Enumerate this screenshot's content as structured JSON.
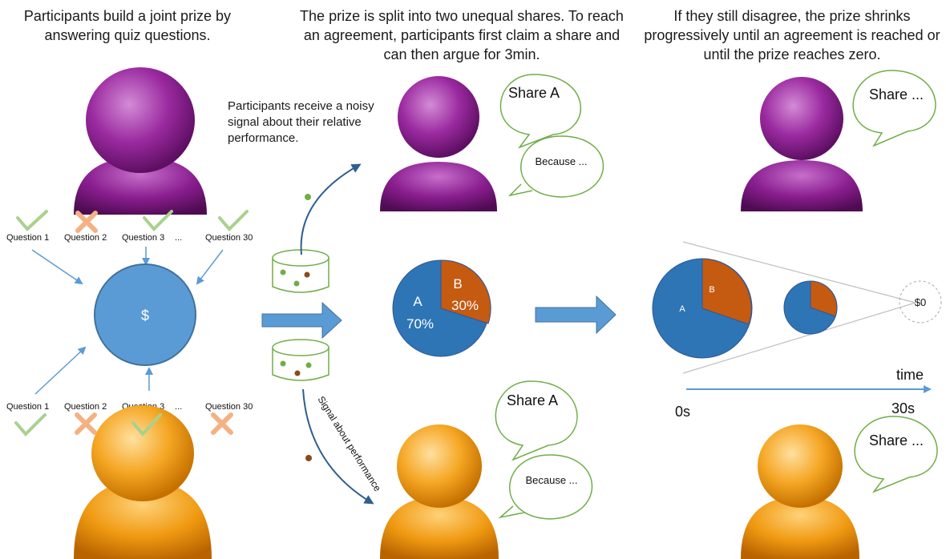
{
  "captions": {
    "left": "Participants build a joint prize by answering quiz questions.",
    "middle": "The prize is split into two unequal shares. To reach an agreement, participants first claim a share and can then argue for 3min.",
    "right": "If they still disagree, the prize shrinks progressively until an agreement is reached or until the prize reaches zero."
  },
  "signal_note": "Participants receive a noisy signal about their relative performance.",
  "signal_label": "Signal about performance",
  "questions_top": [
    "Question 1",
    "Question 2",
    "Question 3",
    "...",
    "Question 30"
  ],
  "questions_bottom": [
    "Question 1",
    "Question 2",
    "Question 3",
    "...",
    "Question 30"
  ],
  "prize_symbol": "$",
  "bubbles": {
    "claim_top": "Share A",
    "argue_top": "Because ...",
    "claim_bottom": "Share A",
    "argue_bottom": "Because ...",
    "right_top": "Share ...",
    "right_bottom": "Share ..."
  },
  "split_pie": {
    "label_a": "A",
    "value_a": "70%",
    "label_b": "B",
    "value_b": "30%"
  },
  "shrink": {
    "label_a": "A",
    "label_b": "B",
    "end_value": "$0"
  },
  "timeline": {
    "label": "time",
    "start": "0s",
    "end": "30s"
  },
  "colors": {
    "purple": "#8a1e8f",
    "orange": "#f0a020",
    "blue": "#5b9bd5",
    "pie_a": "#2e75b6",
    "pie_b": "#c55a11",
    "bubble_border": "#70ad47",
    "check": "#a9d18e",
    "cross": "#f4b183"
  },
  "icons": [
    "check-icon",
    "cross-icon",
    "person-icon",
    "speech-bubble-icon",
    "cylinder-icon",
    "arrow-icon"
  ]
}
